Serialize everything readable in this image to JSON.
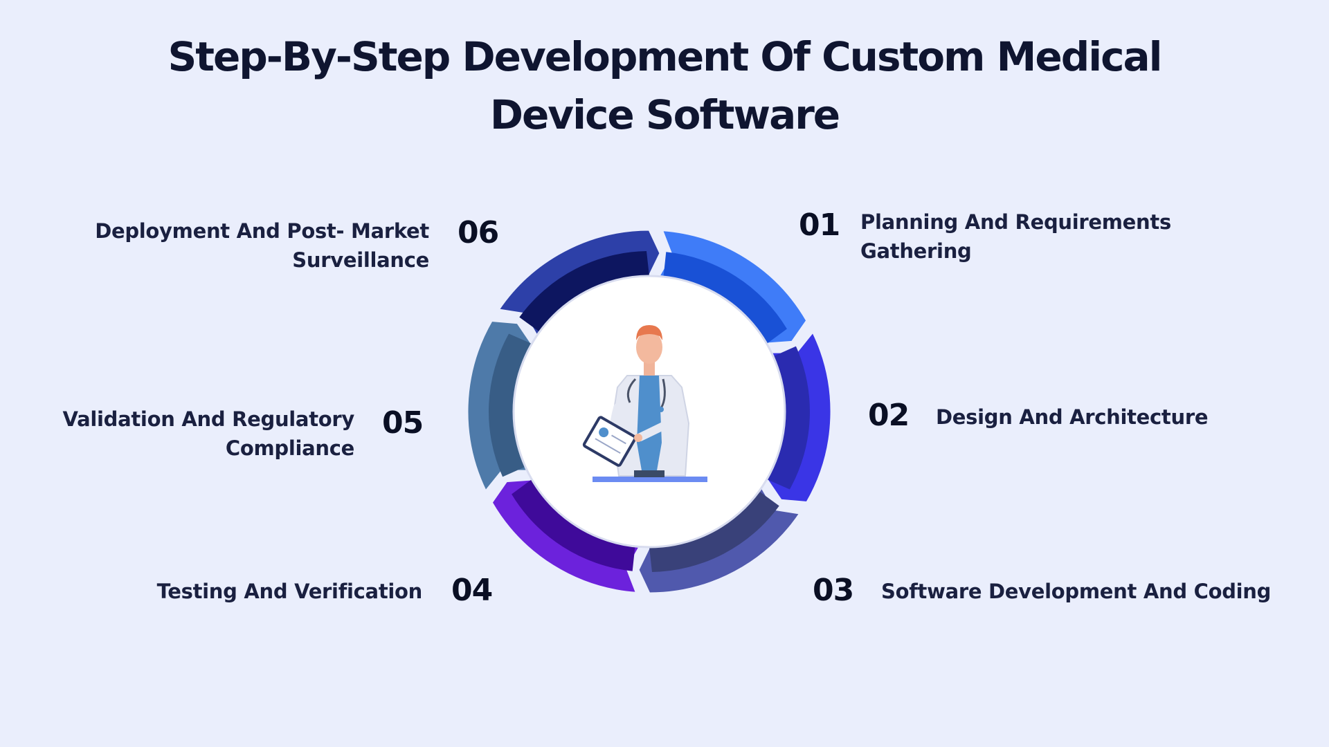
{
  "title": {
    "line1": "Step-By-Step Development Of Custom Medical",
    "line2": "Device Software"
  },
  "steps": [
    {
      "number": "01",
      "label_line1": "Planning And Requirements",
      "label_line2": "Gathering",
      "color": "#3f7cf8",
      "inner_color": "#1951d6"
    },
    {
      "number": "02",
      "label_line1": "Design And Architecture",
      "label_line2": "",
      "color": "#3a35e6",
      "inner_color": "#2a2bb0"
    },
    {
      "number": "03",
      "label_line1": "Software Development And Coding",
      "label_line2": "",
      "color": "#5059ad",
      "inner_color": "#394179"
    },
    {
      "number": "04",
      "label_line1": "Testing And Verification",
      "label_line2": "",
      "color": "#6c22dc",
      "inner_color": "#3f0a9a"
    },
    {
      "number": "05",
      "label_line1": "Validation And Regulatory",
      "label_line2": "Compliance",
      "color": "#4e7aa9",
      "inner_color": "#385d86"
    },
    {
      "number": "06",
      "label_line1": "Deployment And Post- Market",
      "label_line2": "Surveillance",
      "color": "#2d40a8",
      "inner_color": "#0d1660"
    }
  ],
  "center_icon": "doctor-with-clipboard-icon",
  "colors": {
    "background": "#eaeefc",
    "center_fill": "#ffffff",
    "pedestal": "#6b8bf2"
  }
}
